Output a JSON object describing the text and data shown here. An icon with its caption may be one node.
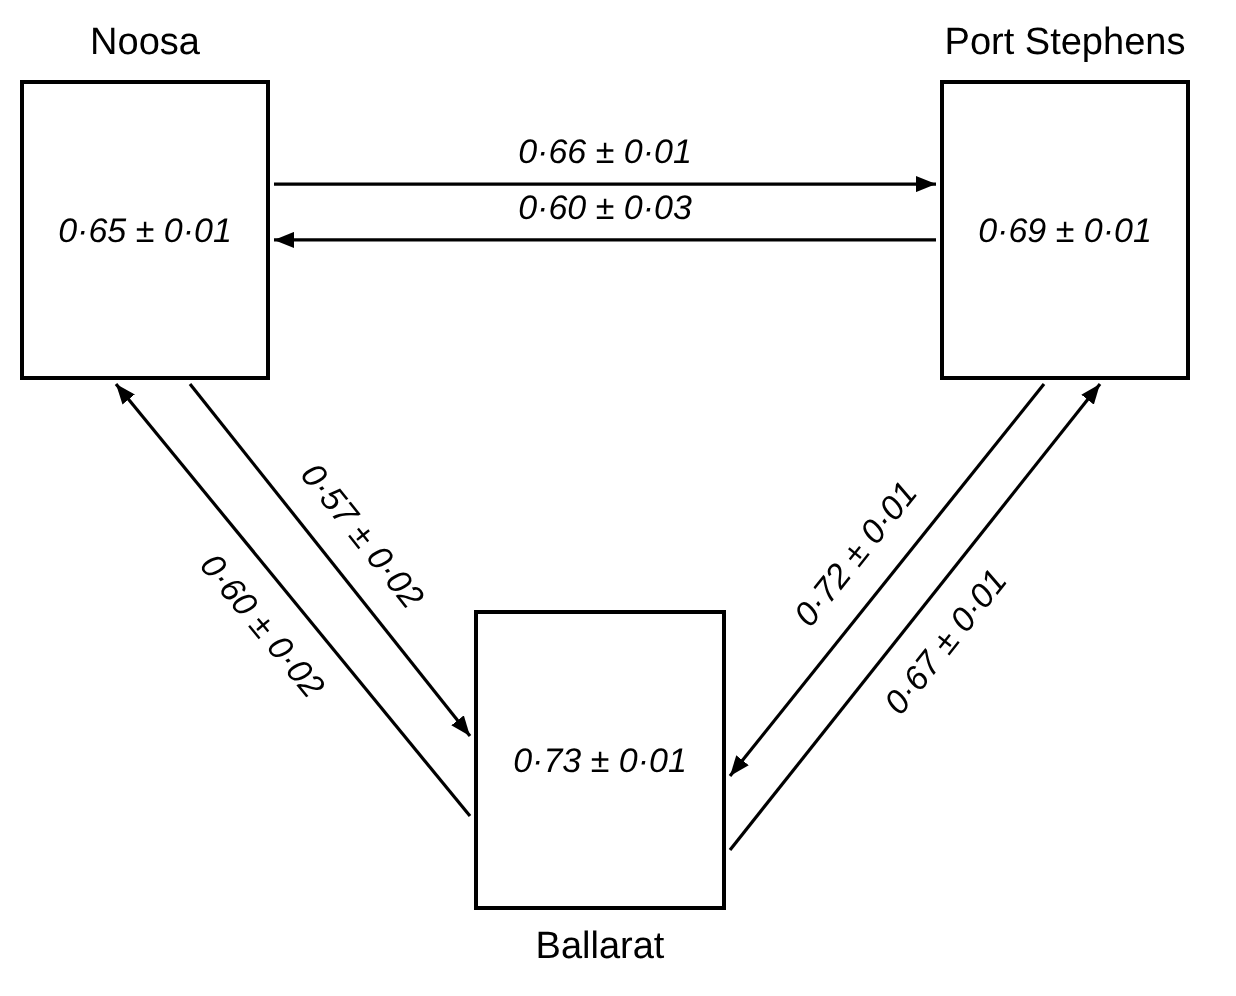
{
  "diagram": {
    "nodes": [
      {
        "text": [
          "Noosa",
          "0·65 ± 0·01"
        ]
      },
      {
        "text": [
          "Port Stephens",
          "0·69 ± 0·01"
        ]
      },
      {
        "text": [
          "0·73 ± 0·01",
          "Ballarat"
        ]
      }
    ],
    "edges": [
      {
        "from": 0,
        "to": 1,
        "arrow": "to",
        "label": "0·66 ± 0·01"
      },
      {
        "from": 1,
        "to": 0,
        "arrow": "to",
        "label": "0·60 ± 0·03"
      },
      {
        "from": 0,
        "to": 2,
        "arrow": "to",
        "label": "0·57 ± 0·02"
      },
      {
        "from": 2,
        "to": 0,
        "arrow": "to",
        "label": "0·60 ± 0·02"
      },
      {
        "from": 1,
        "to": 2,
        "arrow": "to",
        "label": "0·72 ± 0·01"
      },
      {
        "from": 2,
        "to": 1,
        "arrow": "to",
        "label": "0·67 ± 0·01"
      }
    ]
  }
}
